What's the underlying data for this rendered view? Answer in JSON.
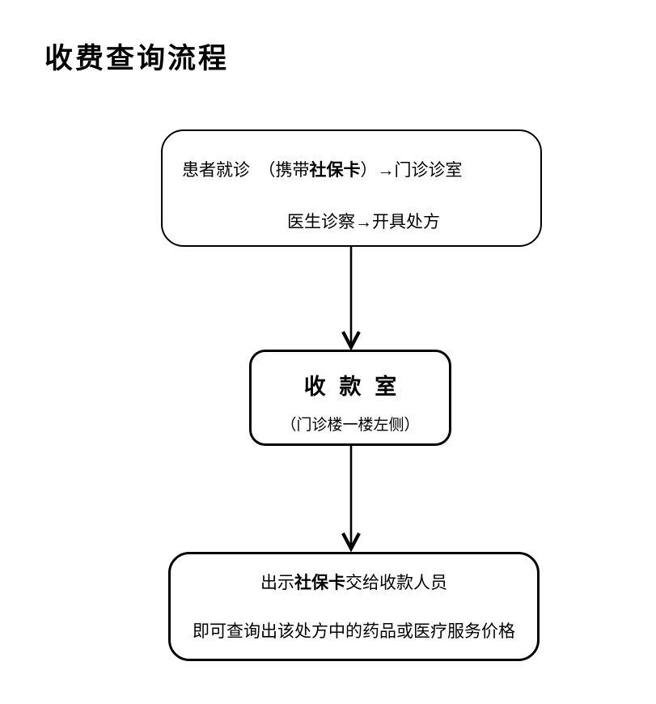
{
  "title": "收费查询流程",
  "colors": {
    "background": "#ffffff",
    "stroke": "#000000",
    "text": "#000000"
  },
  "flowchart": {
    "nodes": [
      {
        "id": "patient-visit",
        "lines": [
          {
            "segments": [
              {
                "text": "患者就诊　（携带",
                "bold": false
              },
              {
                "text": "社保卡",
                "bold": true
              },
              {
                "text": "）→门诊诊室",
                "bold": false
              }
            ]
          },
          {
            "segments": [
              {
                "text": "医生诊察→开具处方",
                "bold": false
              }
            ]
          }
        ]
      },
      {
        "id": "cashier-office",
        "lines": [
          {
            "segments": [
              {
                "text": "收 款 室",
                "bold": true
              }
            ]
          },
          {
            "segments": [
              {
                "text": "（门诊楼一楼左侧）",
                "bold": false
              }
            ]
          }
        ]
      },
      {
        "id": "show-card-query",
        "lines": [
          {
            "segments": [
              {
                "text": "出示",
                "bold": false
              },
              {
                "text": "社保卡",
                "bold": true
              },
              {
                "text": "交给收款人员",
                "bold": false
              }
            ]
          },
          {
            "segments": [
              {
                "text": "即可查询出该处方中的药品或医疗服务价格",
                "bold": false
              }
            ]
          }
        ]
      }
    ],
    "connectors": [
      {
        "from": "patient-visit",
        "to": "cashier-office",
        "type": "arrow-down"
      },
      {
        "from": "cashier-office",
        "to": "show-card-query",
        "type": "arrow-down"
      }
    ]
  }
}
